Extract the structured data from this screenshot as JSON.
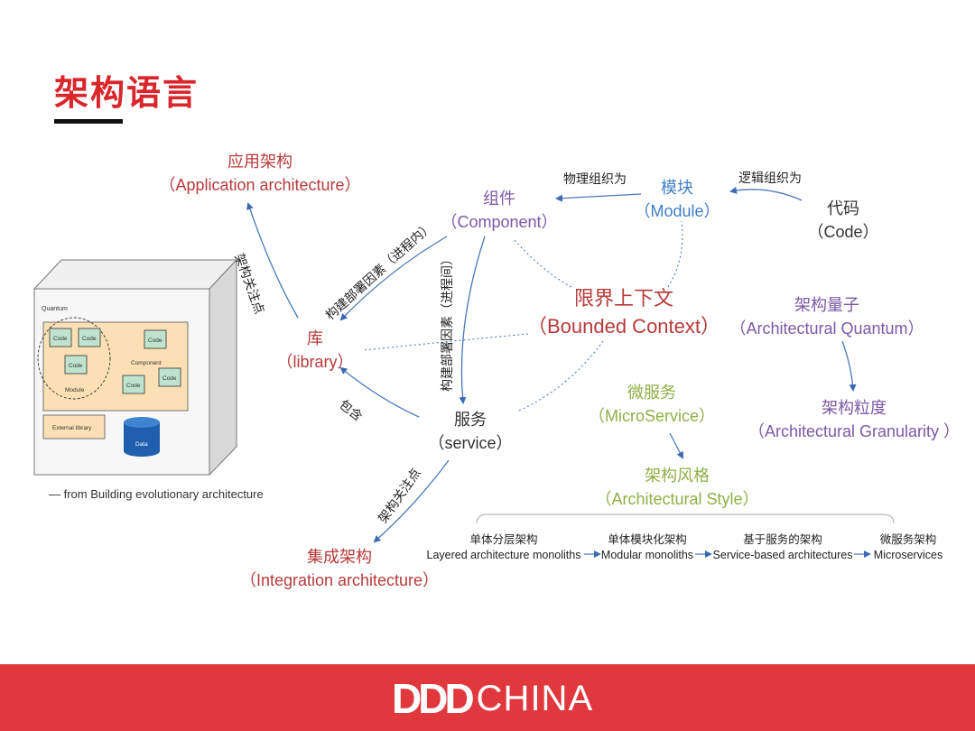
{
  "title": "架构语言",
  "nodes": {
    "application": {
      "cn": "应用架构",
      "en": "（Application architecture）"
    },
    "component": {
      "cn": "组件",
      "en": "（Component）"
    },
    "module": {
      "cn": "模块",
      "en": "（Module）"
    },
    "code": {
      "cn": "代码",
      "en": "（Code）"
    },
    "library": {
      "cn": "库",
      "en": "（library）"
    },
    "bounded_context": {
      "cn": "限界上下文",
      "en": "（Bounded Context）"
    },
    "quantum": {
      "cn": "架构量子",
      "en": "（Architectural Quantum）"
    },
    "service": {
      "cn": "服务",
      "en": "（service）"
    },
    "microservice": {
      "cn": "微服务",
      "en": "（MicroService）"
    },
    "granularity": {
      "cn": "架构粒度",
      "en": "（Architectural Granularity ）"
    },
    "style": {
      "cn": "架构风格",
      "en": "（Architectural Style）"
    },
    "integration": {
      "cn": "集成架构",
      "en": "（Integration architecture）"
    }
  },
  "edge_labels": {
    "physical_org": "物理组织为",
    "logical_org": "逻辑组织为",
    "concern_1": "架构关注点",
    "build_deploy_in": "构建部署因素（进程内）",
    "build_deploy_between": "构建部署因素（进程间）",
    "contains": "包含",
    "concern_2": "架构关注点"
  },
  "styles": [
    {
      "cn": "单体分层架构",
      "en": "Layered architecture monoliths"
    },
    {
      "cn": "单体模块化架构",
      "en": "Modular monoliths"
    },
    {
      "cn": "基于服务的架构",
      "en": "Service-based architectures"
    },
    {
      "cn": "微服务架构",
      "en": "Microservices"
    }
  ],
  "quantum_box": {
    "label": "Quantum",
    "code": "Code",
    "module": "Module",
    "component": "Component",
    "external": "External library",
    "data": "Data"
  },
  "caption": "— from Building evolutionary architecture",
  "footer": {
    "ddd": "DDD",
    "china": "CHINA"
  },
  "colors": {
    "accent": "#d9262b",
    "footer": "#e0383d",
    "red_node": "#b83a3a",
    "purple_node": "#7b5aa6",
    "blue_node": "#3f7fc6",
    "green_node": "#8fb046"
  }
}
